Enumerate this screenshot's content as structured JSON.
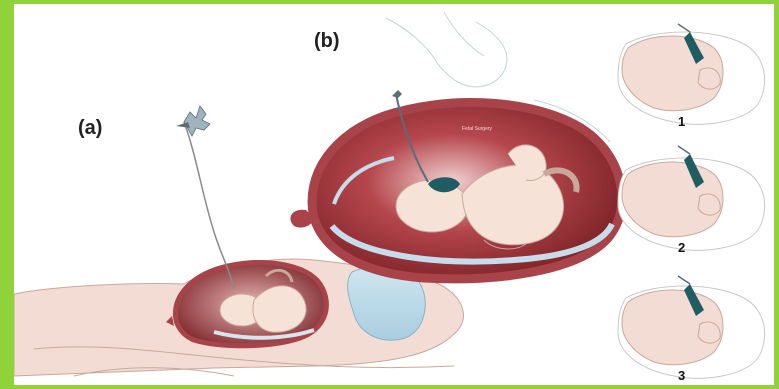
{
  "panels": {
    "a": {
      "label": "(a)"
    },
    "b": {
      "label": "(b)",
      "inner_text": "Fetal Surgery"
    }
  },
  "steps": [
    {
      "number": "1"
    },
    {
      "number": "2"
    },
    {
      "number": "3"
    }
  ],
  "colors": {
    "background_green": "#8fd23a",
    "skin": "#f3dcd3",
    "uterus_wall": "#a9434a",
    "uterus_cavity": "#7b2226",
    "fetus": "#f6e2d6",
    "membrane_blue": "#b9d6e3",
    "instrument_teal": "#1f5d63"
  }
}
